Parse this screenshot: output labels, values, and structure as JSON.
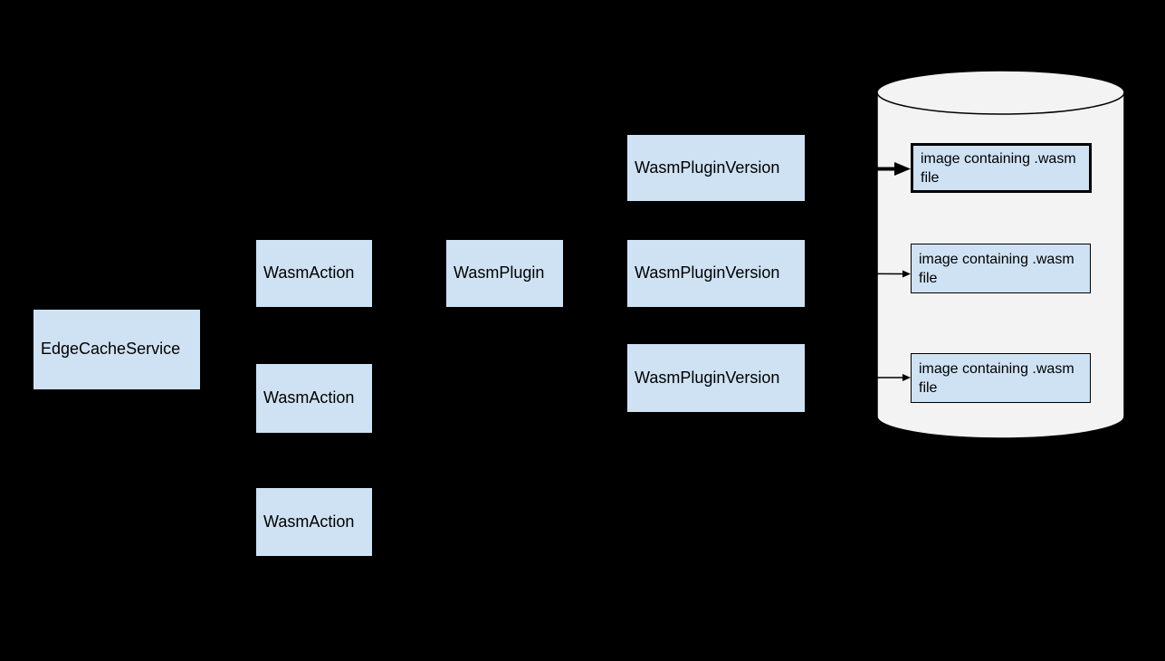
{
  "diagram": {
    "background": "#000000",
    "colors": {
      "node_fill": "#cfe2f3",
      "cylinder_fill": "#f3f3f3",
      "stroke": "#000000",
      "text": "#000000"
    }
  },
  "nodes": {
    "edge_cache_service": {
      "label": "EdgeCacheService"
    },
    "wasm_actions": [
      {
        "label": "WasmAction"
      },
      {
        "label": "WasmAction"
      },
      {
        "label": "WasmAction"
      }
    ],
    "wasm_plugin": {
      "label": "WasmPlugin"
    },
    "wasm_plugin_versions": [
      {
        "label": "WasmPluginVersion"
      },
      {
        "label": "WasmPluginVersion"
      },
      {
        "label": "WasmPluginVersion"
      }
    ],
    "registry_images": [
      {
        "label": "image containing .wasm file",
        "emphasized": true
      },
      {
        "label": "image containing .wasm file",
        "emphasized": false
      },
      {
        "label": "image containing .wasm file",
        "emphasized": false
      }
    ]
  },
  "arrows": [
    {
      "from": "WasmPluginVersion",
      "to": "image containing .wasm file",
      "style": "bold"
    },
    {
      "from": "WasmPluginVersion",
      "to": "image containing .wasm file",
      "style": "thin"
    },
    {
      "from": "WasmPluginVersion",
      "to": "image containing .wasm file",
      "style": "thin"
    }
  ]
}
